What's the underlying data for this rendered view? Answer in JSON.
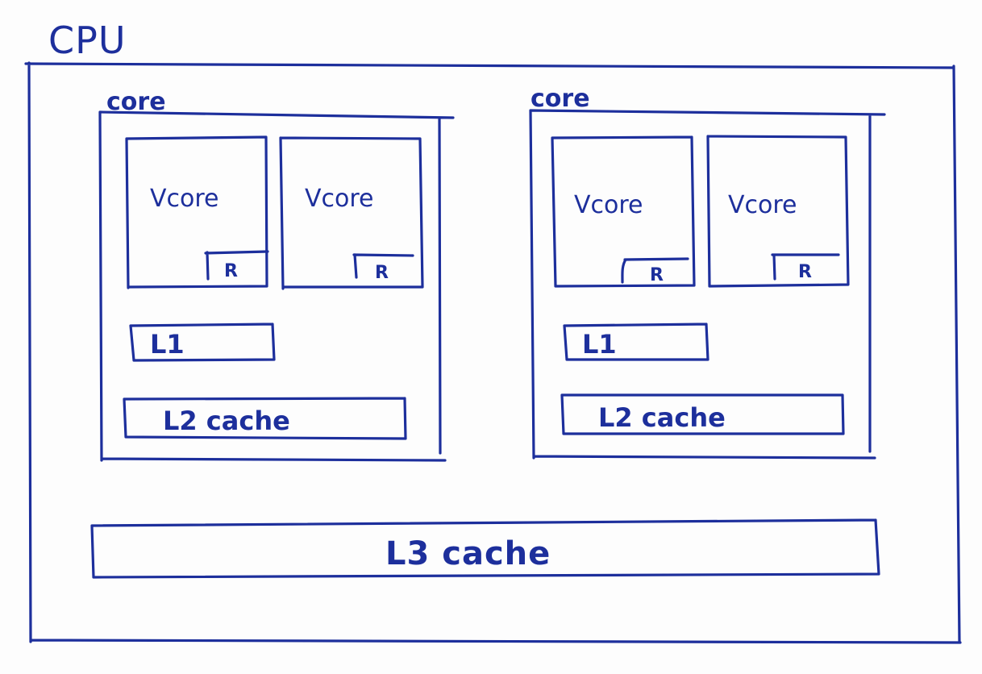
{
  "cpu": {
    "label": "CPU"
  },
  "cores": [
    {
      "label": "core",
      "vcores": [
        {
          "label": "Vcore",
          "register": "R"
        },
        {
          "label": "Vcore",
          "register": "R"
        }
      ],
      "l1": "L1",
      "l2": "L2 cache"
    },
    {
      "label": "core",
      "vcores": [
        {
          "label": "Vcore",
          "register": "R"
        },
        {
          "label": "Vcore",
          "register": "R"
        }
      ],
      "l1": "L1",
      "l2": "L2 cache"
    }
  ],
  "l3": {
    "label": "L3 cache"
  }
}
